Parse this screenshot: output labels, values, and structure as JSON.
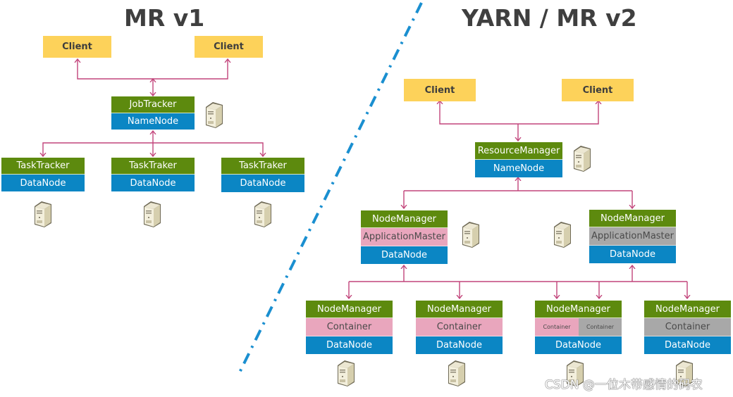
{
  "titles": {
    "left": "MR v1",
    "right": "YARN / MR v2"
  },
  "colors": {
    "client": "#fdd25a",
    "tracker_green": "#5d8a0e",
    "node_blue": "#0b86c4",
    "container_pink": "#e9a6bd",
    "container_grey": "#a8a8a8",
    "connector": "#c2457b",
    "divider": "#1a8fd0"
  },
  "mr_v1": {
    "clients": [
      "Client",
      "Client"
    ],
    "master": {
      "top": "JobTracker",
      "bottom": "NameNode"
    },
    "workers": [
      {
        "top": "TaskTracker",
        "bottom": "DataNode"
      },
      {
        "top": "TaskTraker",
        "bottom": "DataNode"
      },
      {
        "top": "TaskTraker",
        "bottom": "DataNode"
      }
    ]
  },
  "yarn": {
    "clients": [
      "Client",
      "Client"
    ],
    "master": {
      "top": "ResourceManager",
      "bottom": "NameNode"
    },
    "app_nodes": [
      {
        "top": "NodeManager",
        "middle": "ApplicationMaster",
        "bottom": "DataNode"
      },
      {
        "top": "NodeManager",
        "middle": "ApplicationMaster",
        "bottom": "DataNode"
      }
    ],
    "worker_nodes": [
      {
        "top": "NodeManager",
        "middle": "Container",
        "bottom": "DataNode"
      },
      {
        "top": "NodeManager",
        "middle": "Container",
        "bottom": "DataNode"
      },
      {
        "top": "NodeManager",
        "middle_left": "Container",
        "middle_right": "Container",
        "bottom": "DataNode"
      },
      {
        "top": "NodeManager",
        "middle": "Container",
        "bottom": "DataNode"
      }
    ]
  },
  "watermark": "CSDN @一位木带感情的码农"
}
